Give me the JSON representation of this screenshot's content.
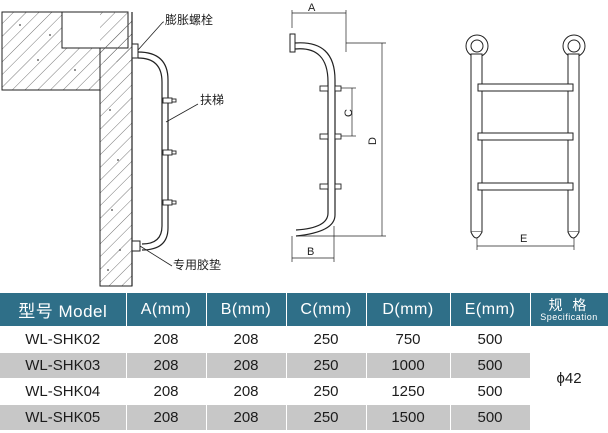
{
  "drawing": {
    "labels": {
      "expansion_bolt": "膨胀螺栓",
      "ladder": "扶梯",
      "rubber_pad": "专用胶垫"
    },
    "dimensions": {
      "a": "A",
      "b": "B",
      "c": "C",
      "d": "D",
      "e": "E"
    }
  },
  "spec_table": {
    "headers": {
      "model": "型号 Model",
      "a": "A(mm)",
      "b": "B(mm)",
      "c": "C(mm)",
      "d": "D(mm)",
      "e": "E(mm)",
      "spec_zh": "规 格",
      "spec_en": "Specification"
    },
    "rows": [
      {
        "model": "WL-SHK02",
        "a": "208",
        "b": "208",
        "c": "250",
        "d": "750",
        "e": "500"
      },
      {
        "model": "WL-SHK03",
        "a": "208",
        "b": "208",
        "c": "250",
        "d": "1000",
        "e": "500"
      },
      {
        "model": "WL-SHK04",
        "a": "208",
        "b": "208",
        "c": "250",
        "d": "1250",
        "e": "500"
      },
      {
        "model": "WL-SHK05",
        "a": "208",
        "b": "208",
        "c": "250",
        "d": "1500",
        "e": "500"
      }
    ],
    "specification": "ϕ42"
  }
}
